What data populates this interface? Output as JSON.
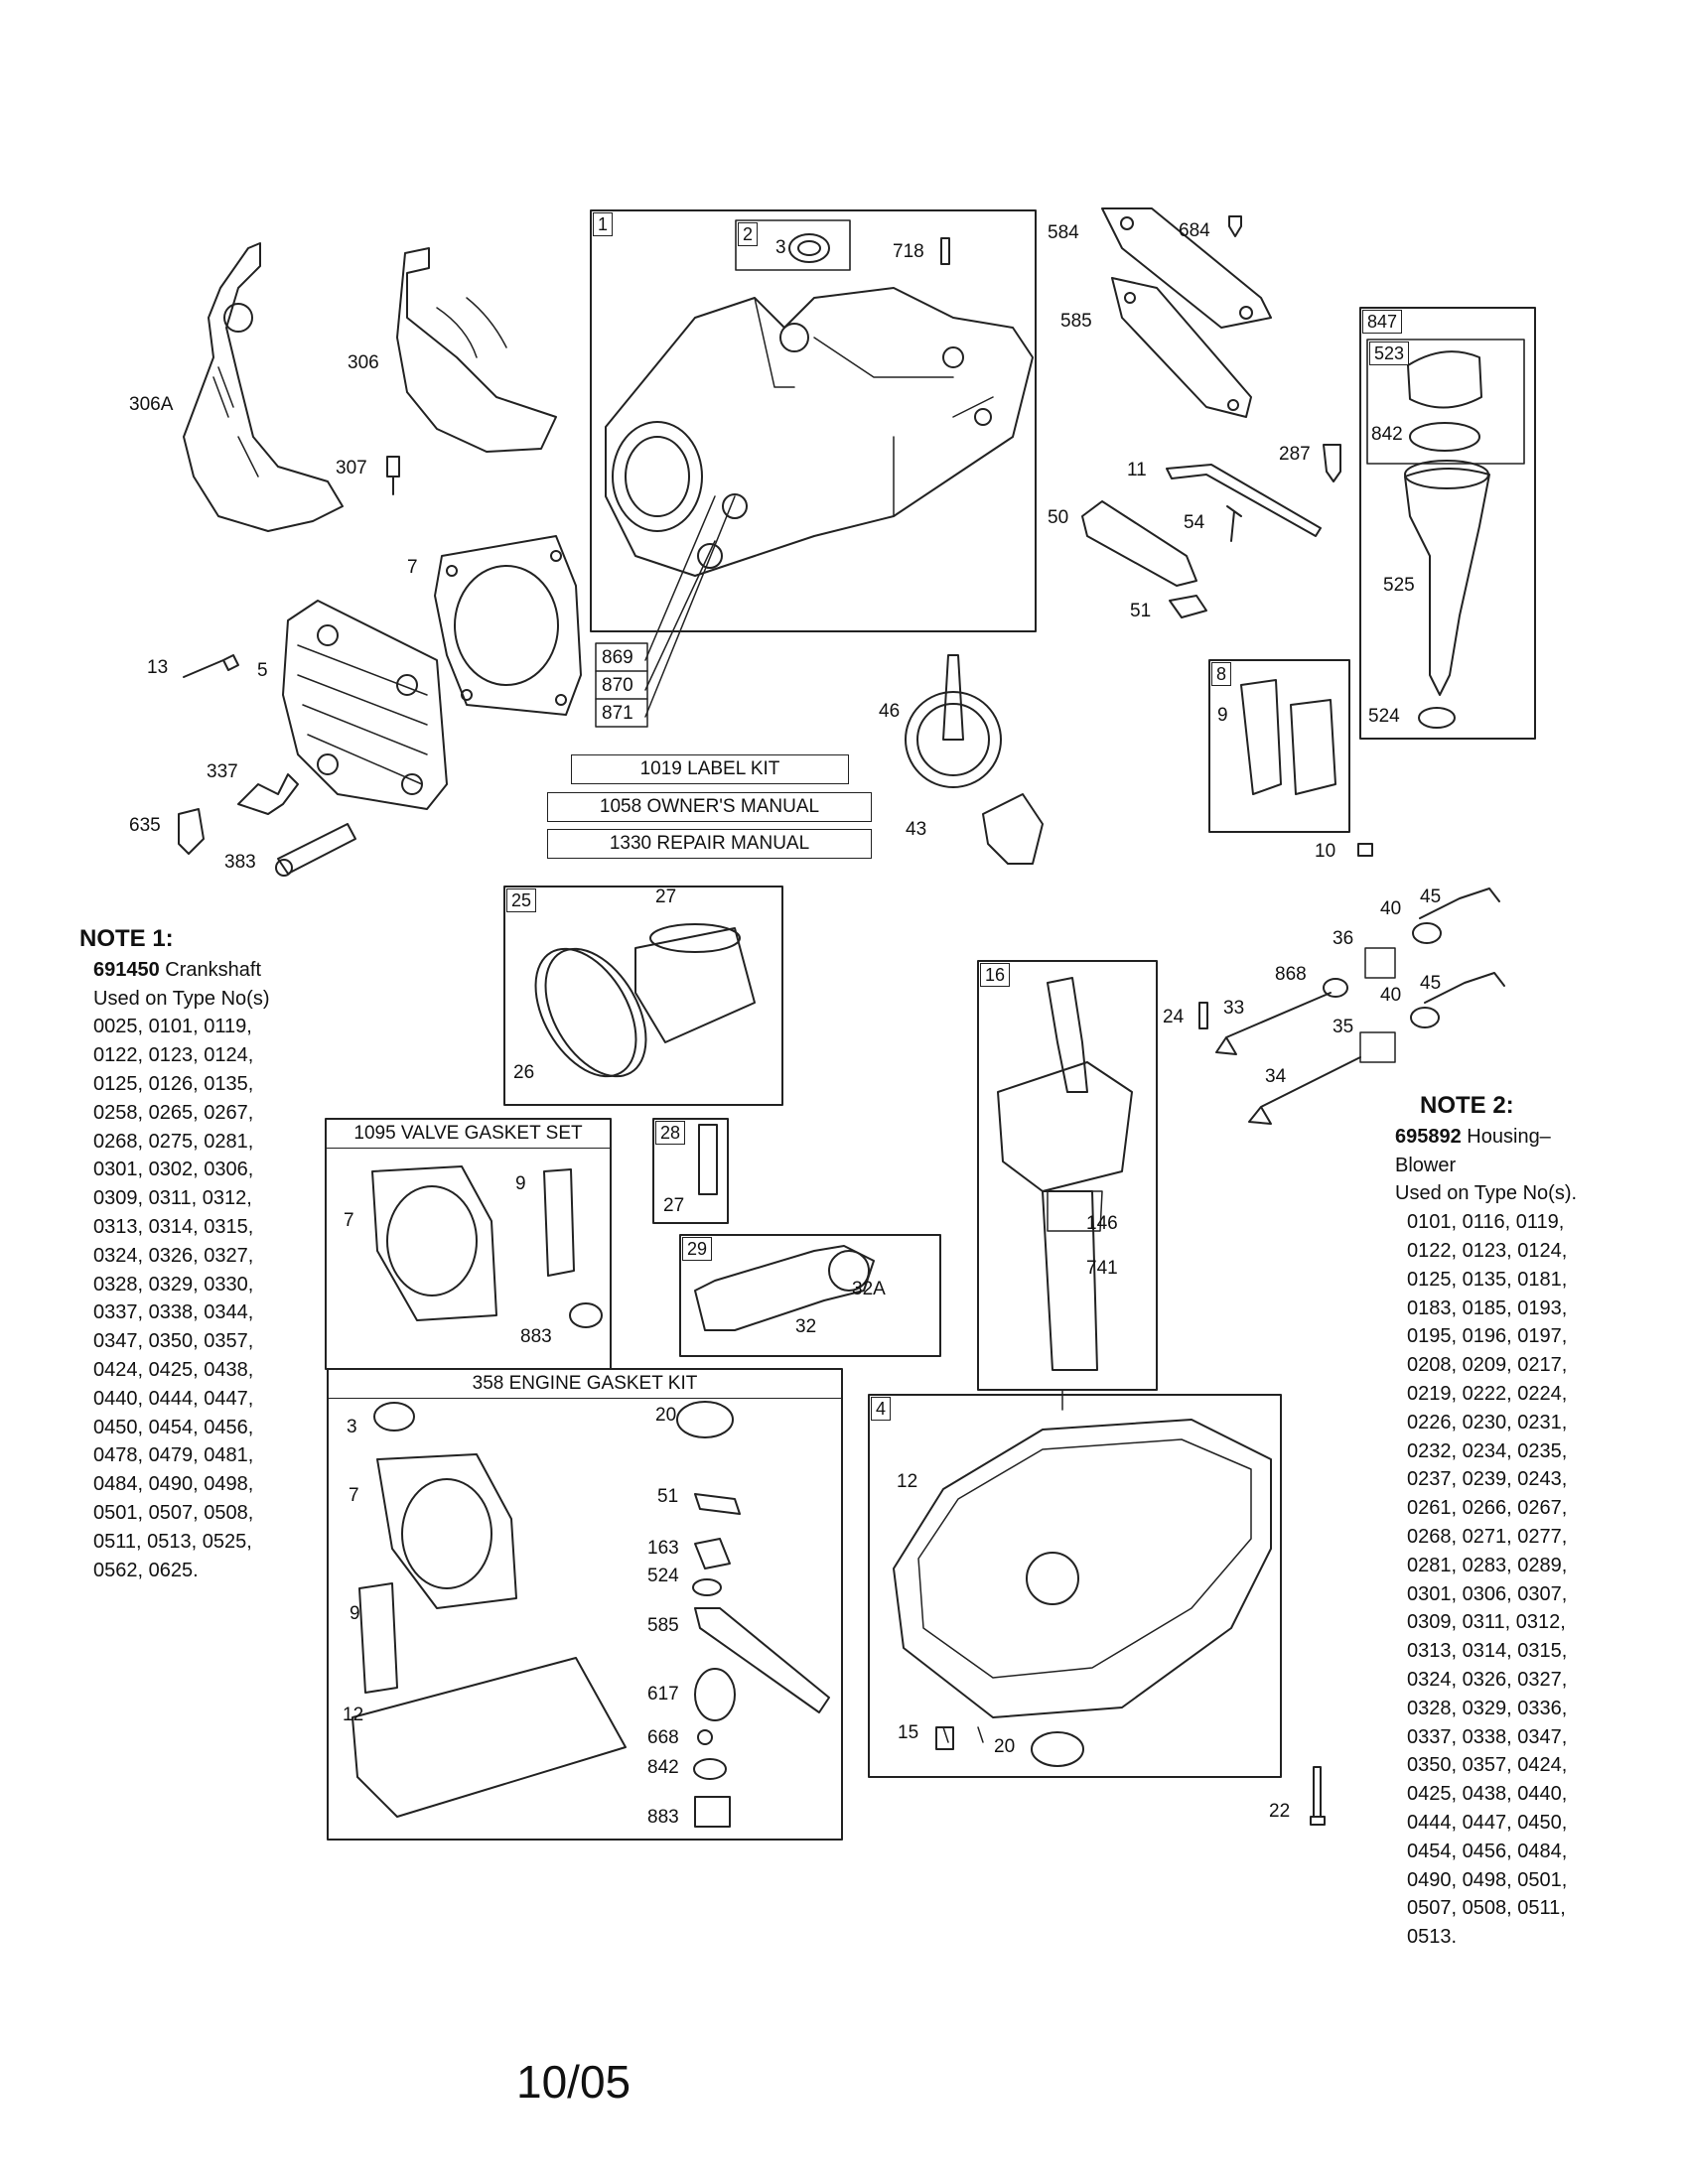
{
  "kits": {
    "label_kit": "1019 LABEL KIT",
    "owners_manual": "1058 OWNER'S MANUAL",
    "repair_manual": "1330 REPAIR MANUAL",
    "valve_gasket_set": "1095 VALVE GASKET SET",
    "engine_gasket_kit": "358 ENGINE GASKET KIT"
  },
  "boxes": {
    "b1": "1",
    "b2": "2",
    "b847": "847",
    "b523": "523",
    "b8": "8",
    "b25": "25",
    "b16": "16",
    "b28": "28",
    "b29": "29",
    "b4": "4"
  },
  "callouts": {
    "c306A": "306A",
    "c306": "306",
    "c307": "307",
    "c7a": "7",
    "c13": "13",
    "c5": "5",
    "c337": "337",
    "c635": "635",
    "c383": "383",
    "c3a": "3",
    "c718": "718",
    "c869": "869",
    "c870": "870",
    "c871": "871",
    "c584": "584",
    "c684": "684",
    "c585a": "585",
    "c287": "287",
    "c842a": "842",
    "c11": "11",
    "c50": "50",
    "c54": "54",
    "c51a": "51",
    "c525": "525",
    "c524a": "524",
    "c9a": "9",
    "c10": "10",
    "c46": "46",
    "c43": "43",
    "c27a": "27",
    "c26": "26",
    "c40a": "40",
    "c45a": "45",
    "c36": "36",
    "c868": "868",
    "c40b": "40",
    "c45b": "45",
    "c24": "24",
    "c33": "33",
    "c35": "35",
    "c34": "34",
    "c7b": "7",
    "c9b": "9",
    "c883a": "883",
    "c27b": "27",
    "c32A": "32A",
    "c32": "32",
    "c146": "146",
    "c741": "741",
    "c3b": "3",
    "c20a": "20",
    "c7c": "7",
    "c51b": "51",
    "c163": "163",
    "c524b": "524",
    "c585b": "585",
    "c9c": "9",
    "c12a": "12",
    "c617": "617",
    "c668": "668",
    "c842b": "842",
    "c883b": "883",
    "c12b": "12",
    "c15": "15",
    "c20b": "20",
    "c22": "22"
  },
  "note1": {
    "heading": "NOTE 1:",
    "part": "691450",
    "part_desc": " Crankshaft",
    "used_on": "Used on Type No(s)",
    "lines": [
      "0025, 0101, 0119,",
      "0122, 0123, 0124,",
      "0125, 0126, 0135,",
      "0258, 0265, 0267,",
      "0268, 0275, 0281,",
      "0301, 0302, 0306,",
      "0309, 0311, 0312,",
      "0313, 0314, 0315,",
      "0324, 0326, 0327,",
      "0328, 0329, 0330,",
      "0337, 0338, 0344,",
      "0347, 0350, 0357,",
      "0424, 0425, 0438,",
      "0440, 0444, 0447,",
      "0450, 0454, 0456,",
      "0478, 0479, 0481,",
      "0484, 0490, 0498,",
      "0501, 0507, 0508,",
      "0511, 0513, 0525,",
      "0562, 0625."
    ]
  },
  "note2": {
    "heading": "NOTE 2:",
    "part": "695892",
    "part_desc": " Housing–",
    "part_desc2": "Blower",
    "used_on": "Used on Type No(s).",
    "lines": [
      "0101, 0116, 0119,",
      "0122, 0123, 0124,",
      "0125, 0135, 0181,",
      "0183, 0185, 0193,",
      "0195, 0196, 0197,",
      "0208, 0209, 0217,",
      "0219, 0222, 0224,",
      "0226, 0230, 0231,",
      "0232, 0234, 0235,",
      "0237, 0239, 0243,",
      "0261, 0266, 0267,",
      "0268, 0271, 0277,",
      "0281, 0283, 0289,",
      "0301, 0306, 0307,",
      "0309, 0311, 0312,",
      "0313, 0314, 0315,",
      "0324, 0326, 0327,",
      "0328, 0329, 0336,",
      "0337, 0338, 0347,",
      "0350, 0357, 0424,",
      "0425, 0438, 0440,",
      "0444, 0447, 0450,",
      "0454, 0456, 0484,",
      "0490, 0498, 0501,",
      "0507, 0508, 0511,",
      "0513."
    ]
  },
  "footer": "10/05"
}
